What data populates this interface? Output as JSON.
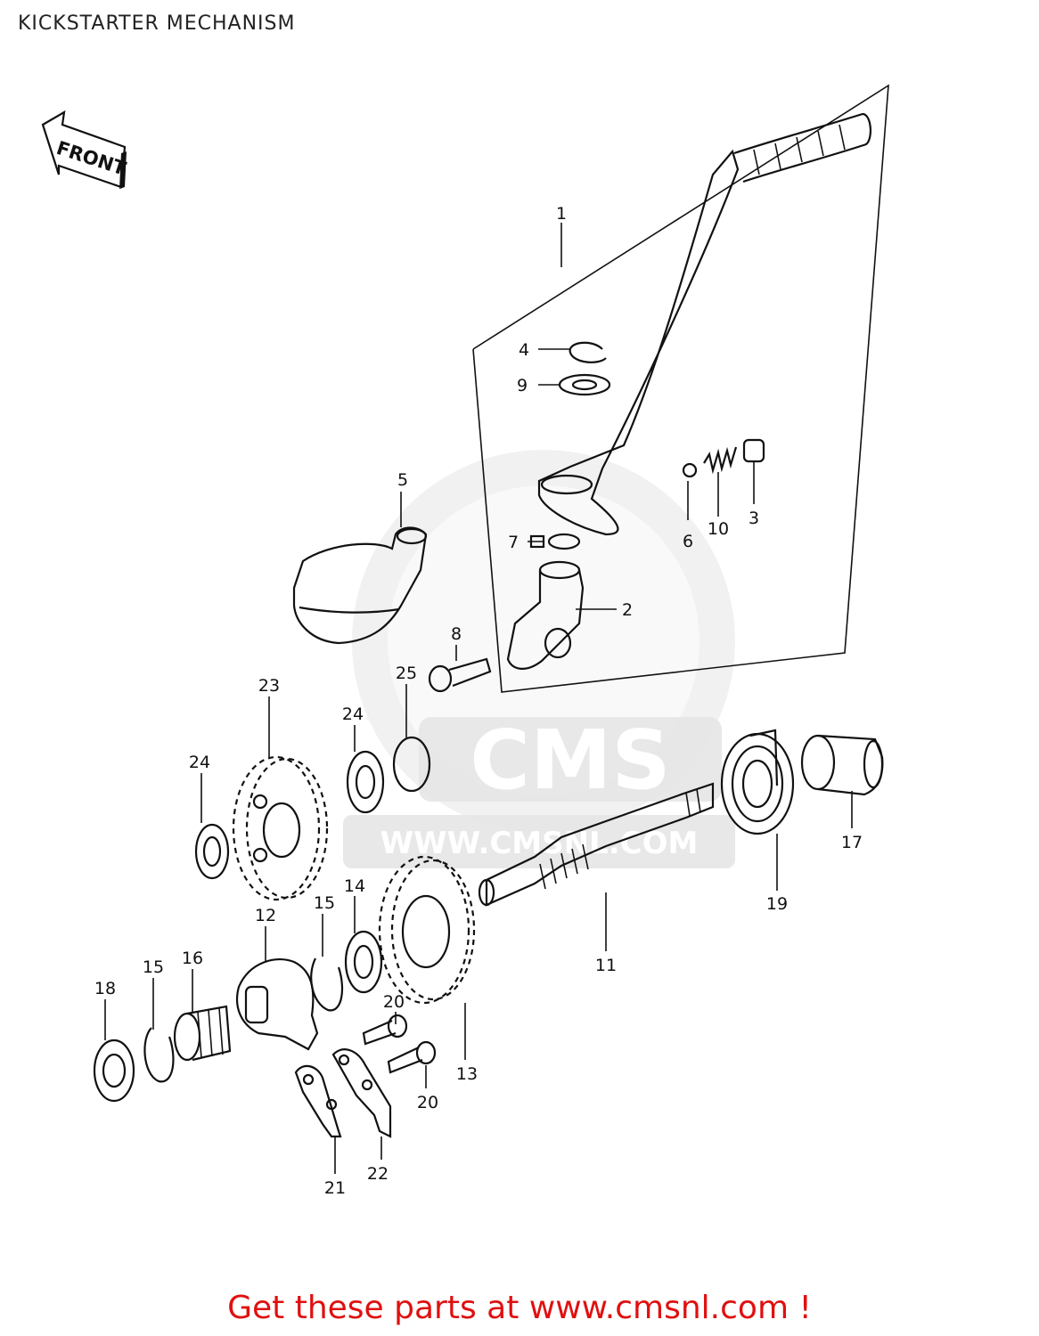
{
  "title": "KICKSTARTER MECHANISM",
  "front_arrow": {
    "label": "FRONT"
  },
  "watermark": {
    "logo": "CMS",
    "url": "WWW.CMSNL.COM"
  },
  "footer": {
    "text": "Get these parts at www.cmsnl.com !",
    "color": "#e01010"
  },
  "callouts": [
    {
      "id": "c1",
      "label": "1"
    },
    {
      "id": "c2",
      "label": "2"
    },
    {
      "id": "c3",
      "label": "3"
    },
    {
      "id": "c4",
      "label": "4"
    },
    {
      "id": "c5",
      "label": "5"
    },
    {
      "id": "c6",
      "label": "6"
    },
    {
      "id": "c7",
      "label": "7"
    },
    {
      "id": "c8",
      "label": "8"
    },
    {
      "id": "c9",
      "label": "9"
    },
    {
      "id": "c10",
      "label": "10"
    },
    {
      "id": "c11",
      "label": "11"
    },
    {
      "id": "c12",
      "label": "12"
    },
    {
      "id": "c13",
      "label": "13"
    },
    {
      "id": "c14",
      "label": "14"
    },
    {
      "id": "c15a",
      "label": "15"
    },
    {
      "id": "c15b",
      "label": "15"
    },
    {
      "id": "c16",
      "label": "16"
    },
    {
      "id": "c17",
      "label": "17"
    },
    {
      "id": "c18",
      "label": "18"
    },
    {
      "id": "c19",
      "label": "19"
    },
    {
      "id": "c20a",
      "label": "20"
    },
    {
      "id": "c20b",
      "label": "20"
    },
    {
      "id": "c21",
      "label": "21"
    },
    {
      "id": "c22",
      "label": "22"
    },
    {
      "id": "c23",
      "label": "23"
    },
    {
      "id": "c24a",
      "label": "24"
    },
    {
      "id": "c24b",
      "label": "24"
    },
    {
      "id": "c25",
      "label": "25"
    }
  ]
}
